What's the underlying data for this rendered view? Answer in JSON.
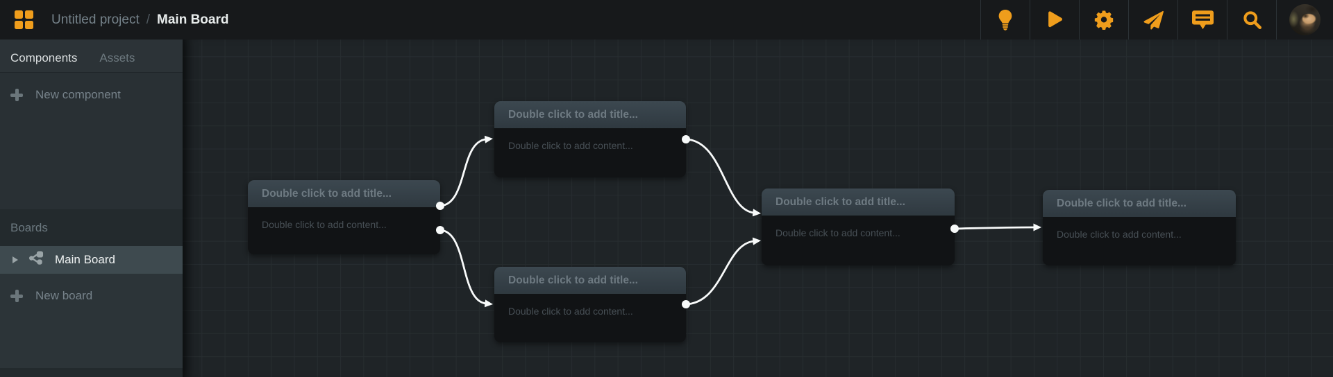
{
  "topbar": {
    "project_name": "Untitled project",
    "separator": "/",
    "board_name": "Main Board",
    "icons": [
      "apps-grid-icon",
      "lightbulb-icon",
      "play-icon",
      "gear-icon",
      "paper-plane-icon",
      "comments-icon",
      "search-icon",
      "user-avatar"
    ],
    "accent_color": "#ef9d1c"
  },
  "sidebar": {
    "tabs": [
      {
        "label": "Components",
        "active": true
      },
      {
        "label": "Assets",
        "active": false
      }
    ],
    "new_component_label": "New component",
    "boards_header": "Boards",
    "boards": [
      {
        "label": "Main Board",
        "selected": true
      }
    ],
    "new_board_label": "New board"
  },
  "canvas": {
    "nodes": [
      {
        "id": "node-1",
        "title": "Double click to add title...",
        "content": "Double click to add content..."
      },
      {
        "id": "node-2",
        "title": "Double click to add title...",
        "content": "Double click to add content..."
      },
      {
        "id": "node-3",
        "title": "Double click to add title...",
        "content": "Double click to add content..."
      },
      {
        "id": "node-4",
        "title": "Double click to add title...",
        "content": "Double click to add content..."
      },
      {
        "id": "node-5",
        "title": "Double click to add title...",
        "content": "Double click to add content..."
      }
    ],
    "connections": [
      {
        "from": "node-1",
        "to": "node-2"
      },
      {
        "from": "node-1",
        "to": "node-3"
      },
      {
        "from": "node-2",
        "to": "node-4"
      },
      {
        "from": "node-3",
        "to": "node-4"
      },
      {
        "from": "node-4",
        "to": "node-5"
      }
    ],
    "connection_color": "#f8fafa"
  }
}
